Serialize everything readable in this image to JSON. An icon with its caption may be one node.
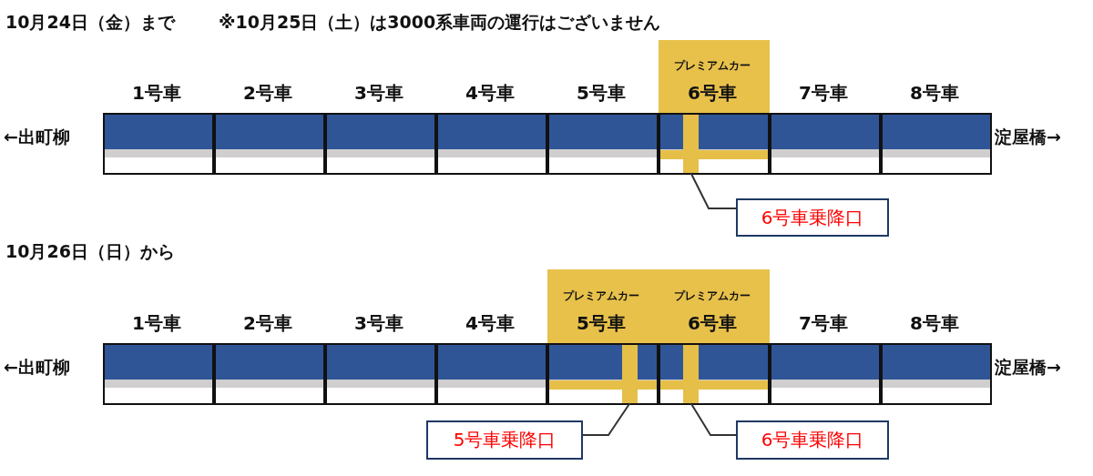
{
  "diagram": {
    "nodes": [
      {
        "text": [
          "1号車"
        ]
      },
      {
        "text": [
          "2号車"
        ]
      },
      {
        "text": [
          "3号車"
        ]
      },
      {
        "text": [
          "4号車"
        ]
      },
      {
        "text": [
          "5号車"
        ]
      },
      {
        "text": [
          "プレミアムカー",
          "6号車"
        ]
      },
      {
        "text": [
          "7号車"
        ]
      },
      {
        "text": [
          "8号車"
        ]
      },
      {
        "text": [],
        "shape": "bar",
        "in": 5
      },
      {
        "text": [
          "6号車乗降口"
        ]
      },
      {
        "text": [
          "1号車"
        ]
      },
      {
        "text": [
          "2号車"
        ]
      },
      {
        "text": [
          "3号車"
        ]
      },
      {
        "text": [
          "4号車"
        ]
      },
      {
        "text": [
          "プレミアムカー",
          "5号車"
        ]
      },
      {
        "text": [
          "プレミアムカー",
          "6号車"
        ]
      },
      {
        "text": [
          "7号車"
        ]
      },
      {
        "text": [
          "8号車"
        ]
      },
      {
        "text": [],
        "shape": "bar",
        "in": 14
      },
      {
        "text": [],
        "shape": "bar",
        "in": 15
      },
      {
        "text": [
          "5号車乗降口"
        ]
      },
      {
        "text": [
          "6号車乗降口"
        ]
      }
    ],
    "edges": [
      {
        "from": 9,
        "to": 8,
        "arrow": "none"
      },
      {
        "from": 20,
        "to": 18,
        "arrow": "none"
      },
      {
        "from": 21,
        "to": 19,
        "arrow": "none"
      }
    ],
    "labels": [
      "10月24日（金）まで",
      "※10月25日（土）は3000系車両の運行はございません",
      "←出町柳",
      "淀屋橋→",
      "10月26日（日）から",
      "←出町柳",
      "淀屋橋→"
    ]
  }
}
